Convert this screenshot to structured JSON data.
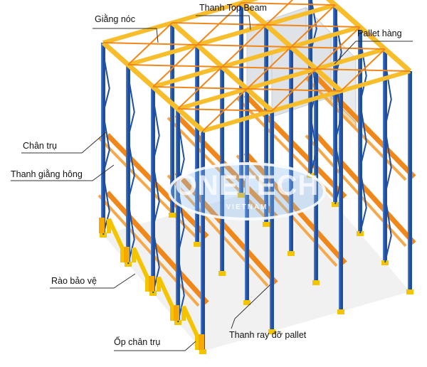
{
  "diagram": {
    "labels": {
      "giang_noc": "Giằng nóc",
      "top_beam": "Thanh Top Beam",
      "pallet": "Pallet hàng",
      "chan_tru": "Chân trụ",
      "giang_hong": "Thanh giằng hông",
      "rao_bao_ve": "Rào bảo vệ",
      "op_chan_tru": "Ốp chân trụ",
      "thanh_ray": "Thanh ray đỡ pallet"
    },
    "watermark": {
      "main": "ONETECH",
      "sub": "VIETNAM"
    },
    "colors": {
      "upright": "#1f4f9e",
      "rail": "#f0871a",
      "top_beam": "#f7bd2a",
      "pallet_box": "#e8ebee",
      "pallet_base": "#f3d9a8"
    }
  }
}
